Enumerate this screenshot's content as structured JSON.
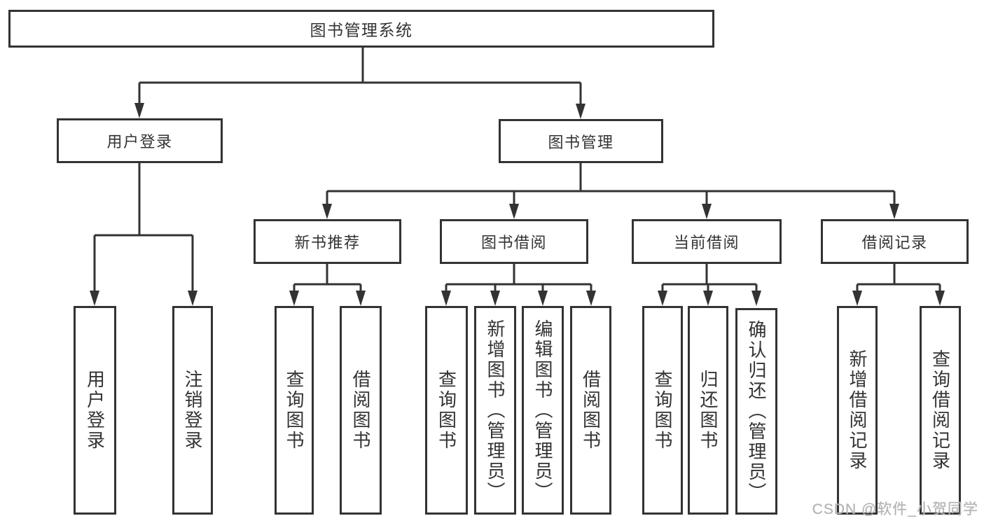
{
  "tree": {
    "root": {
      "label": "图书管理系统"
    },
    "level2": [
      {
        "label": "用户登录"
      },
      {
        "label": "图书管理"
      }
    ],
    "level3": [
      {
        "label": "新书推荐"
      },
      {
        "label": "图书借阅"
      },
      {
        "label": "当前借阅"
      },
      {
        "label": "借阅记录"
      }
    ],
    "leaves": {
      "user_login": [
        "用户登录",
        "注销登录"
      ],
      "new_book": [
        "查询图书",
        "借阅图书"
      ],
      "book_borrow": [
        "查询图书",
        "新增图书（管理员）",
        "编辑图书（管理员）",
        "借阅图书"
      ],
      "current_borrow": [
        "查询图书",
        "归还图书",
        "确认归还（管理员）"
      ],
      "borrow_records": [
        "新增借阅记录",
        "查询借阅记录"
      ]
    }
  },
  "watermark": "CSDN @软件_小贺同学",
  "colors": {
    "line": "#333333",
    "box_border": "#333333",
    "box_bg": "#ffffff",
    "text": "#333333",
    "watermark": "#b3b3b3"
  }
}
